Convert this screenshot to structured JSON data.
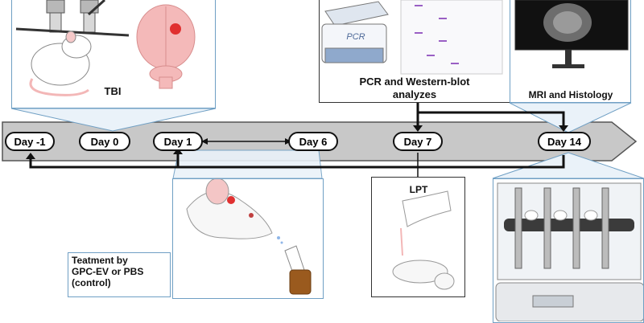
{
  "panels": {
    "tbi": {
      "label": "TBI"
    },
    "pcr": {
      "label_line1": "PCR and Western-blot",
      "label_line2": "analyzes",
      "device_text": "PCR"
    },
    "mri": {
      "label": "MRI and Histology"
    },
    "treatment": {
      "line1": "Teatment by",
      "line2": "GPC-EV or PBS",
      "line3": "(control)"
    },
    "lpt": {
      "label": "LPT"
    }
  },
  "timeline": {
    "days": [
      "Day -1",
      "Day 0",
      "Day 1",
      "Day 6",
      "Day 7",
      "Day 14"
    ]
  },
  "colors": {
    "panel_border": "#6f9fc4",
    "panel_fill": "#eaf2f9",
    "timeline_fill": "#c8c8c8",
    "brain": "#f4b9b9",
    "injury": "#e03030"
  }
}
